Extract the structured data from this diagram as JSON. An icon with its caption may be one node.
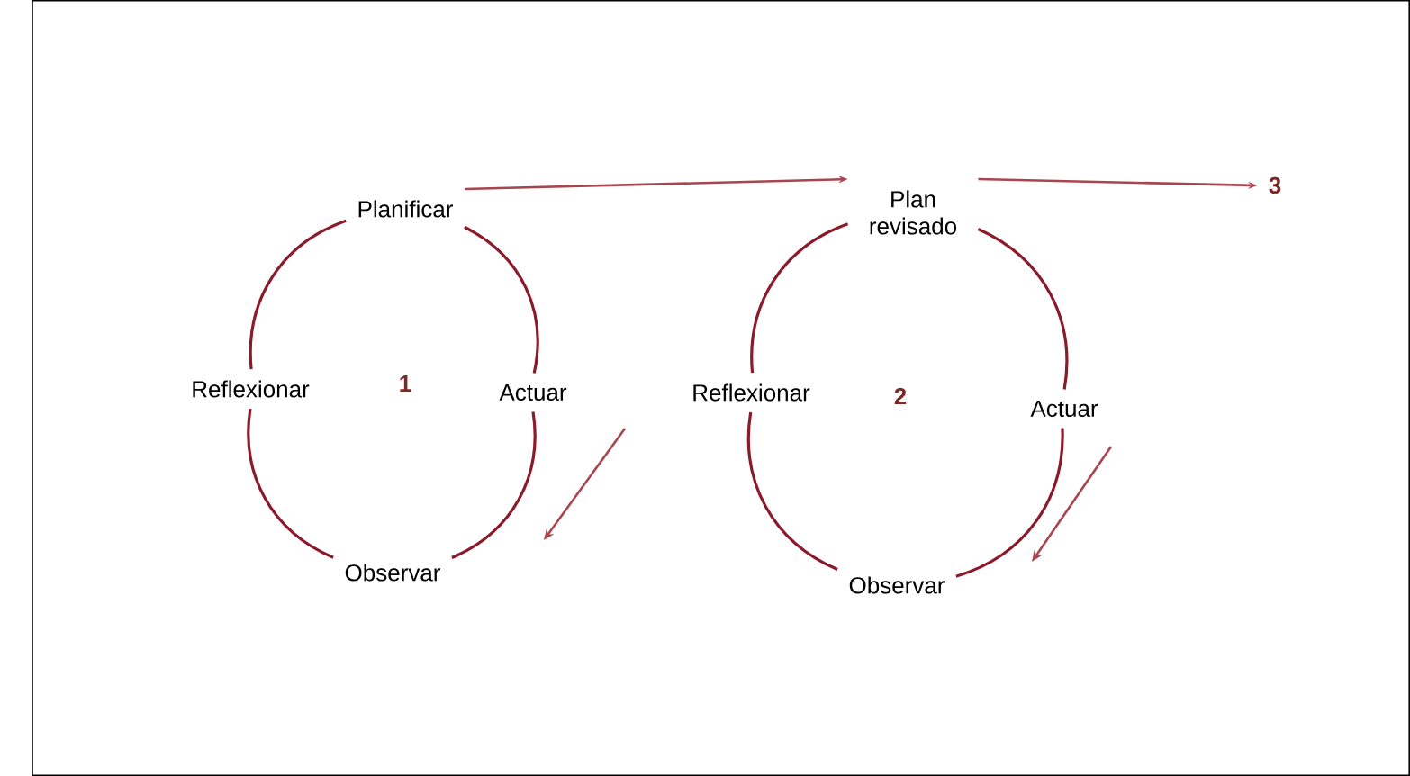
{
  "diagram": {
    "nodes": [
      {
        "text": [
          "Planificar"
        ]
      },
      {
        "text": [
          "Actuar"
        ]
      },
      {
        "text": [
          "Observar"
        ]
      },
      {
        "text": [
          "Reflexionar"
        ]
      },
      {
        "text": [
          "Plan revisado"
        ]
      },
      {
        "text": [
          "Actuar"
        ]
      },
      {
        "text": [
          "Observar"
        ]
      },
      {
        "text": [
          "Reflexionar"
        ]
      },
      {
        "text": [
          "3"
        ]
      }
    ],
    "edges": [
      {
        "from": 0,
        "to": 1,
        "arrow": "none"
      },
      {
        "from": 1,
        "to": 2,
        "arrow": "none"
      },
      {
        "from": 2,
        "to": 3,
        "arrow": "none"
      },
      {
        "from": 3,
        "to": 0,
        "arrow": "none"
      },
      {
        "from": 0,
        "to": 4,
        "arrow": "to"
      },
      {
        "from": 4,
        "to": 5,
        "arrow": "none"
      },
      {
        "from": 5,
        "to": 6,
        "arrow": "none"
      },
      {
        "from": 6,
        "to": 7,
        "arrow": "none"
      },
      {
        "from": 7,
        "to": 4,
        "arrow": "none"
      },
      {
        "from": 4,
        "to": 8,
        "arrow": "to"
      }
    ],
    "labels": [
      "1",
      "2"
    ]
  }
}
